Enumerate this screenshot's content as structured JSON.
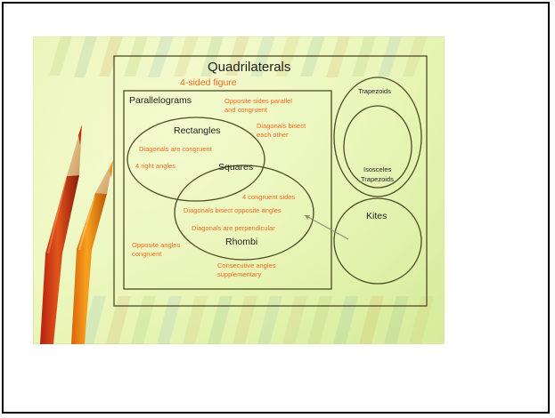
{
  "slide": {
    "title": "Quadrilaterals",
    "subtitle": "4-sided figure",
    "sets": {
      "parallelograms": "Parallelograms",
      "rectangles": "Rectangles",
      "squares": "Squares",
      "rhombi": "Rhombi",
      "trapezoids": "Trapezoids",
      "isosceles_trapezoids": [
        "Isosceles",
        "Trapezoids"
      ],
      "kites": "Kites"
    },
    "properties": {
      "opposite_sides_parallel": [
        "Opposite sides parallel",
        "and congruent"
      ],
      "diagonals_bisect": [
        "Diagonals bisect",
        "each other"
      ],
      "diagonals_congruent": "Diagonals are congruent",
      "right_angles": "4 right angles",
      "congruent_sides": "4 congruent sides",
      "diagonals_bisect_angles": "Diagonals bisect opposite angles",
      "diagonals_perpendicular": "Diagonals are perpendicular",
      "opposite_angles": [
        "Opposite angles",
        "congruent"
      ],
      "consecutive_angles": [
        "Consecutive angles",
        "supplementary"
      ]
    },
    "colors": {
      "background": "#e7f3b0",
      "line": "#4d4b24",
      "title_text": "#1d1d1d",
      "property_text": "#f06a1f",
      "arrow": "#8f9570"
    }
  }
}
